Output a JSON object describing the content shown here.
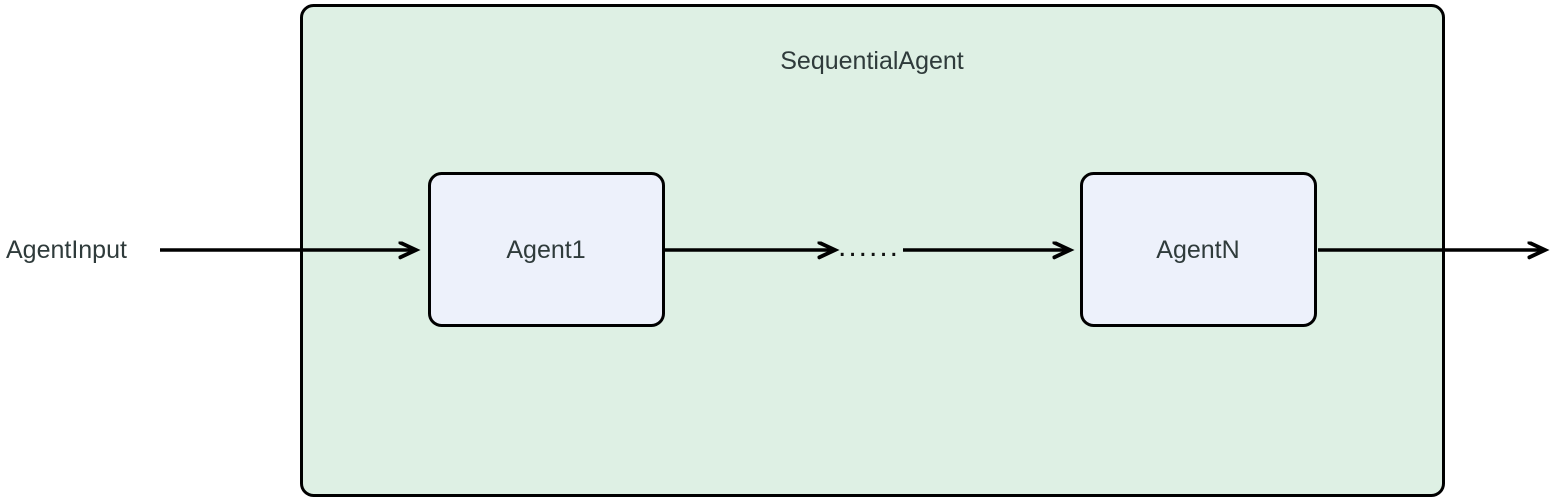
{
  "diagram": {
    "container": {
      "label": "SequentialAgent",
      "fill": "#def0e4",
      "border_color": "#000000"
    },
    "input_label": "AgentInput",
    "nodes": [
      {
        "label": "Agent1"
      },
      {
        "label": "AgentN"
      }
    ],
    "ellipsis": "......",
    "node_fill": "#edf1fb",
    "node_border_color": "#000000",
    "arrow_color": "#000000",
    "text_color": "#2f3b3b"
  }
}
